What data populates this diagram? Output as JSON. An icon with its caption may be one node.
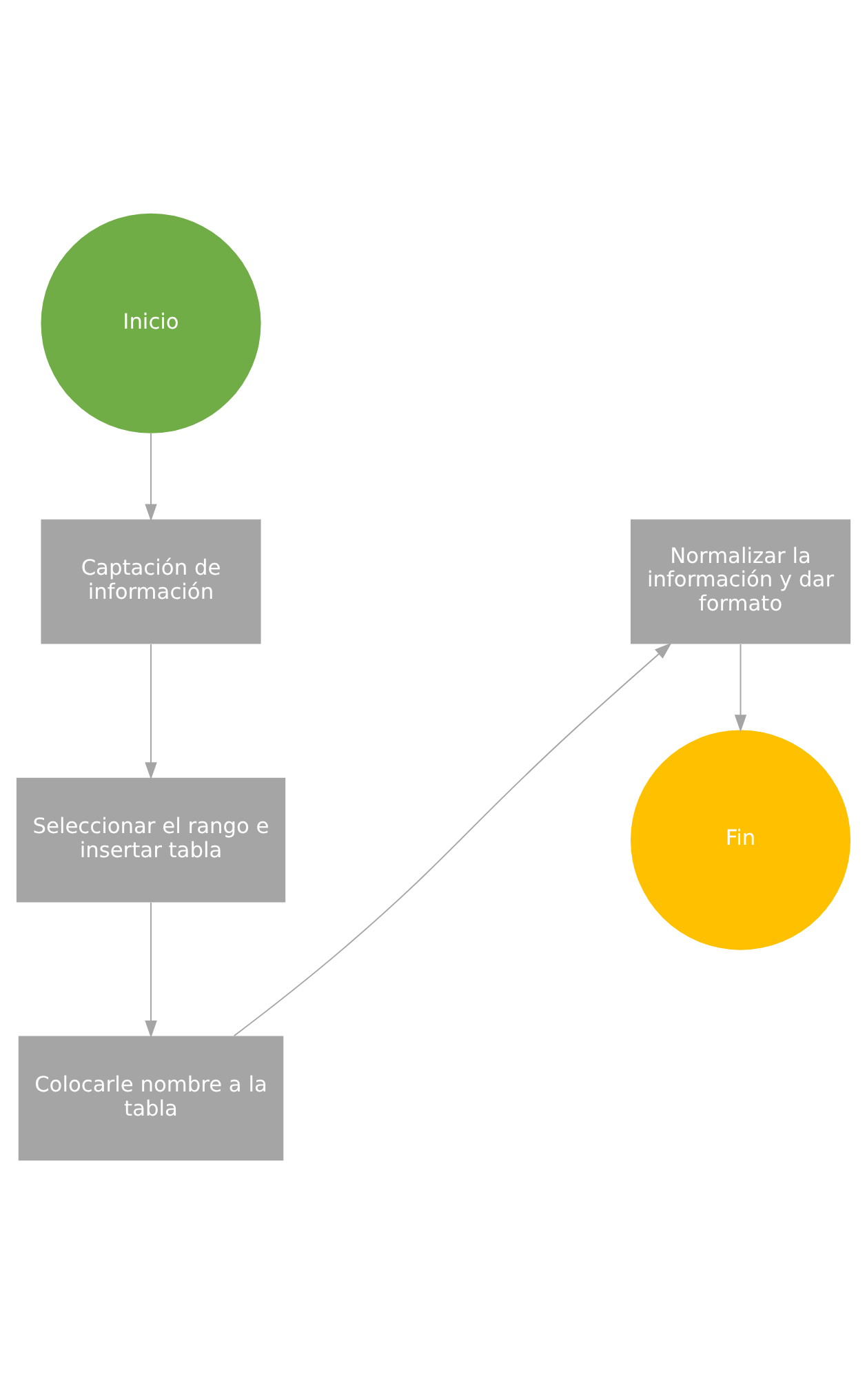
{
  "diagram": {
    "nodes": [
      {
        "text": [
          "Inicio"
        ]
      },
      {
        "text": [
          "Captación de información"
        ]
      },
      {
        "text": [
          "Seleccionar el rango e insertar tabla"
        ]
      },
      {
        "text": [
          "Colocarle nombre a la tabla"
        ]
      },
      {
        "text": [
          "Normalizar la información y dar formato"
        ]
      },
      {
        "text": [
          "Fin"
        ]
      }
    ],
    "edges": [
      {
        "from": 0,
        "to": 1,
        "arrow": "to"
      },
      {
        "from": 1,
        "to": 2,
        "arrow": "to"
      },
      {
        "from": 2,
        "to": 3,
        "arrow": "to"
      },
      {
        "from": 3,
        "to": 4,
        "arrow": "to"
      },
      {
        "from": 4,
        "to": 5,
        "arrow": "to"
      }
    ]
  }
}
